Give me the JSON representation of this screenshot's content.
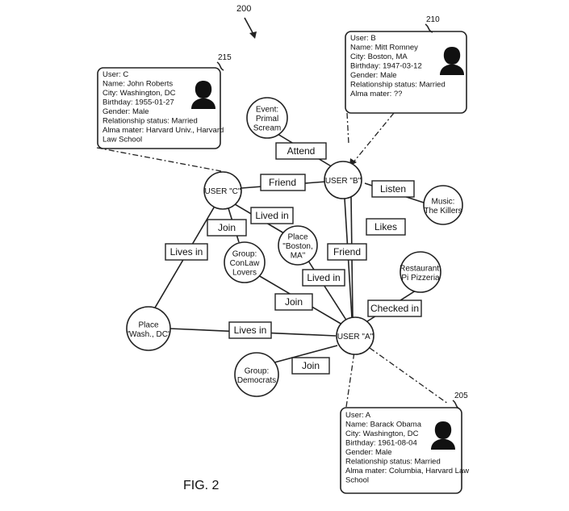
{
  "figure": {
    "ref_main": "200",
    "caption": "FIG. 2"
  },
  "cards": [
    {
      "id": "B",
      "ref": "210",
      "lines": [
        "User: B",
        "Name: Mitt Romney",
        "City: Boston, MA",
        "Birthday: 1947-03-12",
        "Gender: Male",
        "Relationship status: Married",
        "Alma mater: ??"
      ]
    },
    {
      "id": "C",
      "ref": "215",
      "lines": [
        "User: C",
        "Name: John Roberts",
        "City: Washington, DC",
        "Birthday: 1955-01-27",
        "Gender: Male",
        "Relationship status: Married",
        "Alma mater: Harvard Univ., Harvard",
        "Law School"
      ]
    },
    {
      "id": "A",
      "ref": "205",
      "lines": [
        "User: A",
        "Name: Barack Obama",
        "City: Washington, DC",
        "Birthday: 1961-08-04",
        "Gender: Male",
        "Relationship status: Married",
        "Alma mater: Columbia, Harvard Law",
        "School"
      ]
    }
  ],
  "nodes": [
    {
      "id": "userC",
      "lines": [
        "USER \"C\""
      ]
    },
    {
      "id": "userB",
      "lines": [
        "USER \"B\""
      ]
    },
    {
      "id": "userA",
      "lines": [
        "USER \"A\""
      ]
    },
    {
      "id": "event",
      "lines": [
        "Event:",
        "Primal",
        "Scream"
      ]
    },
    {
      "id": "music",
      "lines": [
        "Music:",
        "The Killers"
      ]
    },
    {
      "id": "boston",
      "lines": [
        "Place",
        "\"Boston,",
        "MA\""
      ]
    },
    {
      "id": "conlaw",
      "lines": [
        "Group:",
        "ConLaw",
        "Lovers"
      ]
    },
    {
      "id": "pizza",
      "lines": [
        "Restaurant:",
        "Pi Pizzeria"
      ]
    },
    {
      "id": "wash",
      "lines": [
        "Place",
        "\"Wash., DC\""
      ]
    },
    {
      "id": "democrats",
      "lines": [
        "Group:",
        "Democrats"
      ]
    }
  ],
  "relations": [
    {
      "id": "attend",
      "label": "Attend"
    },
    {
      "id": "friend_cb",
      "label": "Friend"
    },
    {
      "id": "listen",
      "label": "Listen"
    },
    {
      "id": "join_c",
      "label": "Join"
    },
    {
      "id": "livedin_c",
      "label": "Lived in"
    },
    {
      "id": "likes",
      "label": "Likes"
    },
    {
      "id": "livesin_c",
      "label": "Lives in"
    },
    {
      "id": "friend_ba",
      "label": "Friend"
    },
    {
      "id": "livedin_a",
      "label": "Lived in"
    },
    {
      "id": "join_a",
      "label": "Join"
    },
    {
      "id": "checkedin",
      "label": "Checked in"
    },
    {
      "id": "livesin_a",
      "label": "Lives in"
    },
    {
      "id": "join_dem",
      "label": "Join"
    }
  ]
}
